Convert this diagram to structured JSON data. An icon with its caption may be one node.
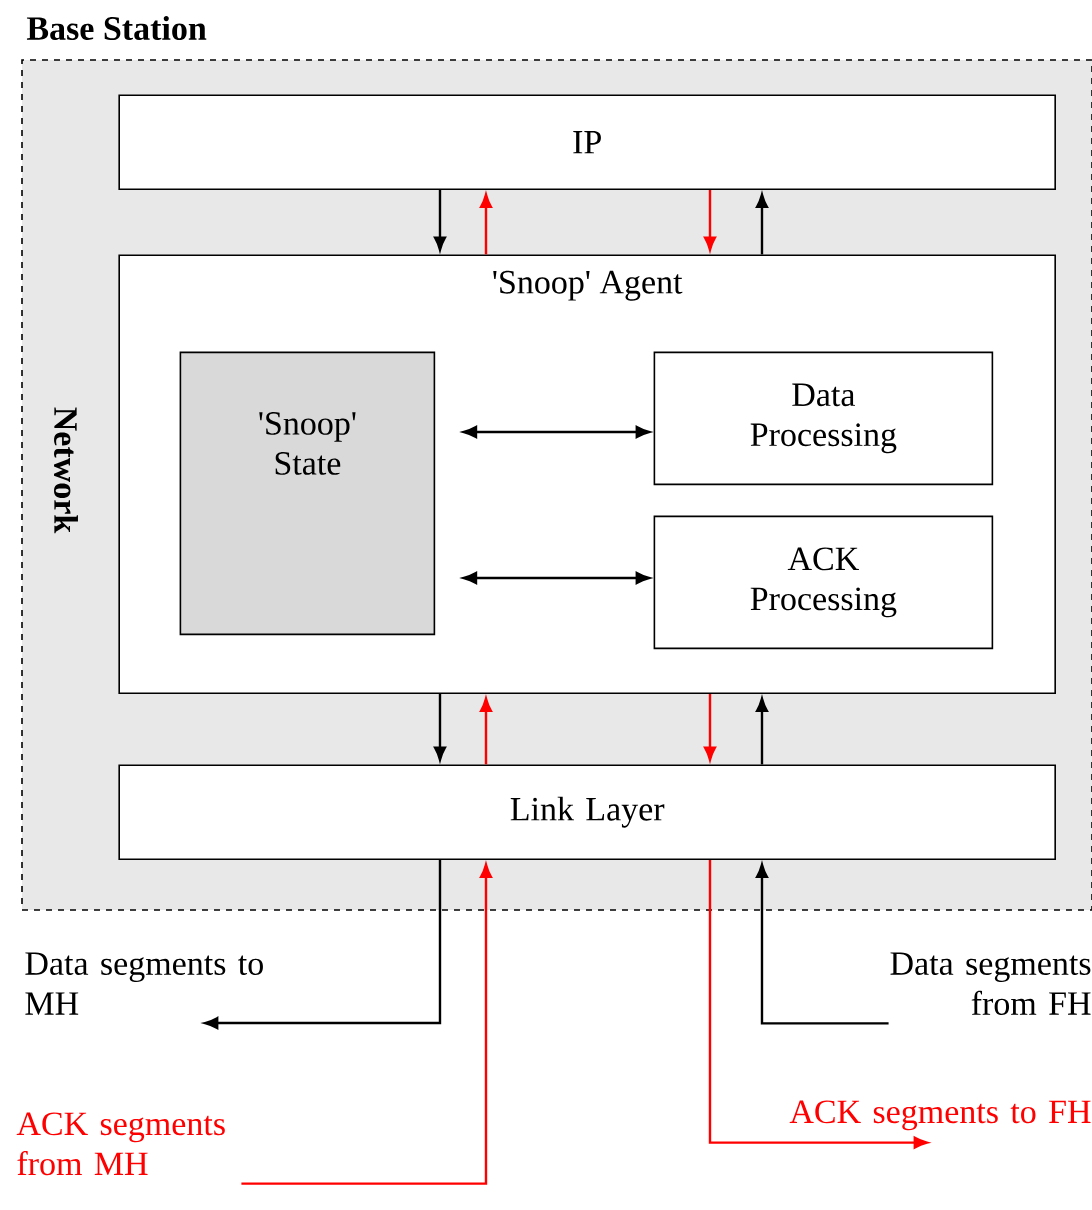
{
  "diagram": {
    "nodes": [
      {
        "text": [
          "Base Station",
          "Network"
        ]
      },
      {
        "text": [
          "IP"
        ],
        "in": 0
      },
      {
        "text": [
          "'Snoop' Agent"
        ],
        "in": 0
      },
      {
        "text": [
          "'Snoop' State"
        ],
        "in": 2
      },
      {
        "text": [
          "Data Processing"
        ],
        "in": 2
      },
      {
        "text": [
          "ACK Processing"
        ],
        "in": 2
      },
      {
        "text": [
          "Link Layer"
        ],
        "in": 0
      },
      {
        "text": [
          "Data segments to MH"
        ]
      },
      {
        "text": [
          "Data segments from FH"
        ]
      },
      {
        "text": [
          "ACK segments from MH"
        ]
      },
      {
        "text": [
          "ACK segments to FH"
        ]
      }
    ],
    "edges": [
      {
        "from": 1,
        "to": 2,
        "arrow": "to"
      },
      {
        "from": 2,
        "to": 1,
        "arrow": "to",
        "color": "#ff0000"
      },
      {
        "from": 1,
        "to": 2,
        "arrow": "to",
        "color": "#ff0000"
      },
      {
        "from": 2,
        "to": 1,
        "arrow": "to"
      },
      {
        "from": 3,
        "to": 4,
        "arrow": "both"
      },
      {
        "from": 3,
        "to": 5,
        "arrow": "both"
      },
      {
        "from": 2,
        "to": 6,
        "arrow": "to"
      },
      {
        "from": 6,
        "to": 2,
        "arrow": "to",
        "color": "#ff0000"
      },
      {
        "from": 2,
        "to": 6,
        "arrow": "to",
        "color": "#ff0000"
      },
      {
        "from": 6,
        "to": 2,
        "arrow": "to"
      },
      {
        "from": 6,
        "to": 7,
        "arrow": "to"
      },
      {
        "from": 8,
        "to": 6,
        "arrow": "to"
      },
      {
        "from": 9,
        "to": 6,
        "arrow": "to",
        "color": "#ff0000"
      },
      {
        "from": 6,
        "to": 10,
        "arrow": "to",
        "color": "#ff0000"
      }
    ]
  }
}
